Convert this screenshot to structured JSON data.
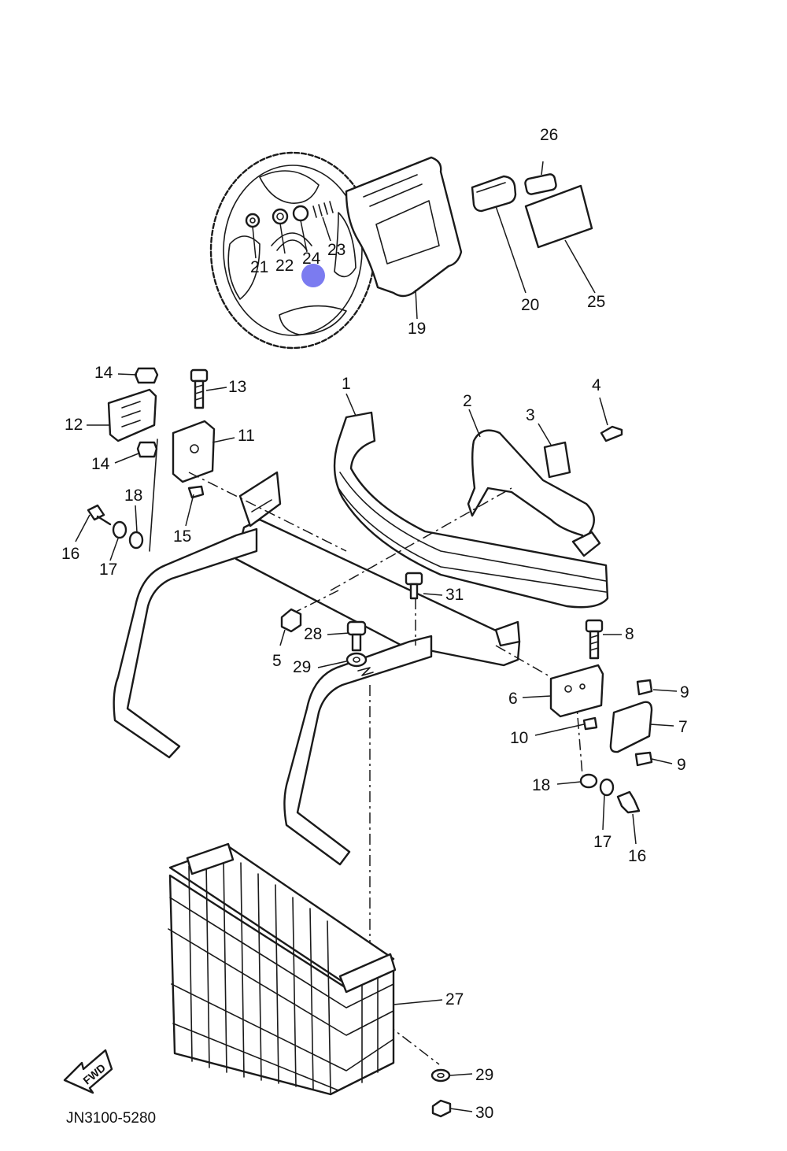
{
  "diagram": {
    "code": "JN3100-5280",
    "fwd_label": "FWD",
    "callouts": [
      {
        "id": "c21",
        "text": "21"
      },
      {
        "id": "c22",
        "text": "22"
      },
      {
        "id": "c24",
        "text": "24"
      },
      {
        "id": "c23",
        "text": "23"
      },
      {
        "id": "c19",
        "text": "19"
      },
      {
        "id": "c26",
        "text": "26"
      },
      {
        "id": "c20",
        "text": "20"
      },
      {
        "id": "c25",
        "text": "25"
      },
      {
        "id": "c14a",
        "text": "14"
      },
      {
        "id": "c13",
        "text": "13"
      },
      {
        "id": "c12",
        "text": "12"
      },
      {
        "id": "c11",
        "text": "11"
      },
      {
        "id": "c14b",
        "text": "14"
      },
      {
        "id": "c18a",
        "text": "18"
      },
      {
        "id": "c15",
        "text": "15"
      },
      {
        "id": "c16a",
        "text": "16"
      },
      {
        "id": "c17a",
        "text": "17"
      },
      {
        "id": "c1",
        "text": "1"
      },
      {
        "id": "c2",
        "text": "2"
      },
      {
        "id": "c3",
        "text": "3"
      },
      {
        "id": "c4",
        "text": "4"
      },
      {
        "id": "c31",
        "text": "31"
      },
      {
        "id": "c28",
        "text": "28"
      },
      {
        "id": "c5",
        "text": "5"
      },
      {
        "id": "c29a",
        "text": "29"
      },
      {
        "id": "c8",
        "text": "8"
      },
      {
        "id": "c9a",
        "text": "9"
      },
      {
        "id": "c6",
        "text": "6"
      },
      {
        "id": "c7",
        "text": "7"
      },
      {
        "id": "c10",
        "text": "10"
      },
      {
        "id": "c9b",
        "text": "9"
      },
      {
        "id": "c18b",
        "text": "18"
      },
      {
        "id": "c17b",
        "text": "17"
      },
      {
        "id": "c16b",
        "text": "16"
      },
      {
        "id": "c27",
        "text": "27"
      },
      {
        "id": "c29b",
        "text": "29"
      },
      {
        "id": "c30",
        "text": "30"
      }
    ],
    "colors": {
      "line": "#1a1a1a",
      "background": "#ffffff",
      "marker": "#7b7bf0"
    }
  }
}
